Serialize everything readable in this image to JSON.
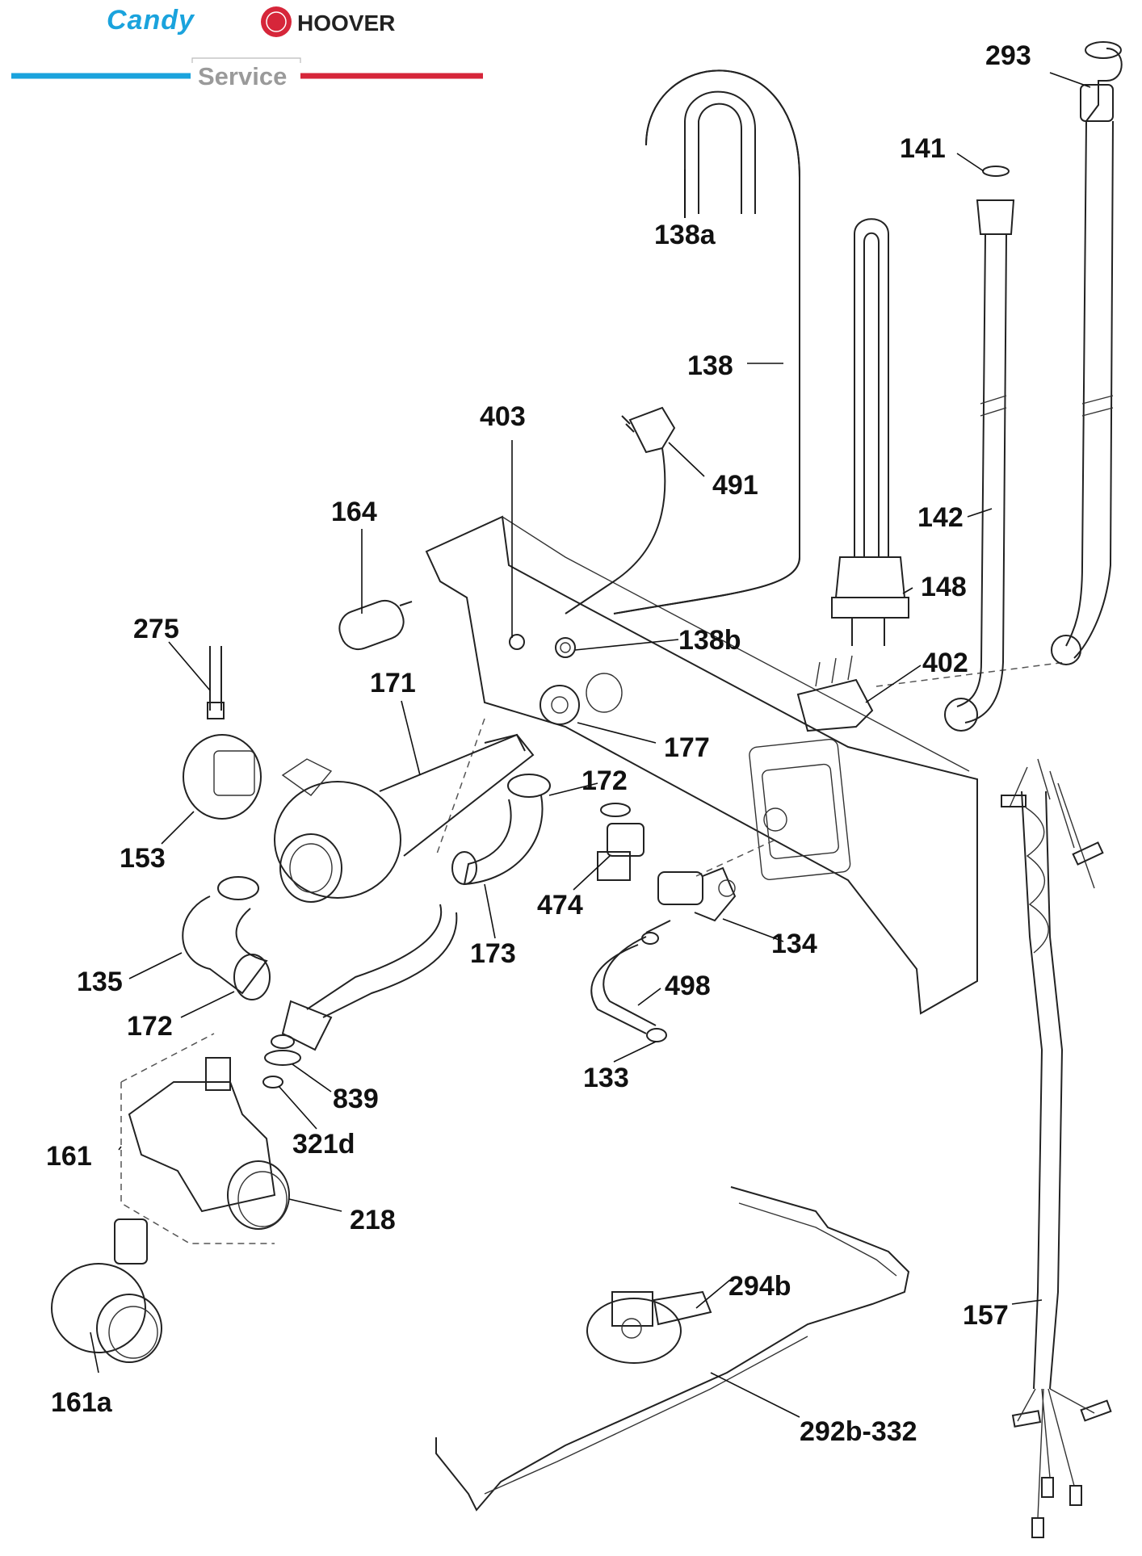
{
  "header": {
    "brand_left": "Candy",
    "brand_right": "HOOVER",
    "service_label": "Service",
    "colors": {
      "candy_blue": "#1aa3dd",
      "hoover_red": "#d6263a",
      "service_gray": "#9a9a9a"
    }
  },
  "diagram": {
    "parts": [
      {
        "id": "p293",
        "label": "293",
        "icon": "fill-hose-connector-icon"
      },
      {
        "id": "p141",
        "label": "141",
        "icon": "seal-washer-icon"
      },
      {
        "id": "p138a",
        "label": "138a",
        "icon": "hose-hook-icon"
      },
      {
        "id": "p138",
        "label": "138",
        "icon": "drain-hose-icon"
      },
      {
        "id": "p403",
        "label": "403",
        "icon": "grommet-icon"
      },
      {
        "id": "p491",
        "label": "491",
        "icon": "power-plug-icon"
      },
      {
        "id": "p142",
        "label": "142",
        "icon": "inlet-hose-icon"
      },
      {
        "id": "p164",
        "label": "164",
        "icon": "capacitor-icon"
      },
      {
        "id": "p148",
        "label": "148",
        "icon": "heating-element-icon"
      },
      {
        "id": "p275",
        "label": "275",
        "icon": "pressure-tube-icon"
      },
      {
        "id": "p138b",
        "label": "138b",
        "icon": "grommet-icon"
      },
      {
        "id": "p402",
        "label": "402",
        "icon": "terminal-block-icon"
      },
      {
        "id": "p171",
        "label": "171",
        "icon": "circulation-pump-icon"
      },
      {
        "id": "p177",
        "label": "177",
        "icon": "bung-icon"
      },
      {
        "id": "p172a",
        "label": "172",
        "icon": "hose-clamp-icon"
      },
      {
        "id": "p153",
        "label": "153",
        "icon": "pressure-switch-icon"
      },
      {
        "id": "p474",
        "label": "474",
        "icon": "valve-icon"
      },
      {
        "id": "p134",
        "label": "134",
        "icon": "solenoid-valve-icon"
      },
      {
        "id": "p173",
        "label": "173",
        "icon": "elbow-hose-icon"
      },
      {
        "id": "p135",
        "label": "135",
        "icon": "elbow-hose-icon"
      },
      {
        "id": "p498",
        "label": "498",
        "icon": "tube-icon"
      },
      {
        "id": "p172b",
        "label": "172",
        "icon": "hose-clamp-icon"
      },
      {
        "id": "p839",
        "label": "839",
        "icon": "o-ring-icon"
      },
      {
        "id": "p133",
        "label": "133",
        "icon": "clip-icon"
      },
      {
        "id": "p161",
        "label": "161",
        "icon": "drain-pump-icon"
      },
      {
        "id": "p321d",
        "label": "321d",
        "icon": "filter-icon"
      },
      {
        "id": "p218",
        "label": "218",
        "icon": "o-ring-icon"
      },
      {
        "id": "p294b",
        "label": "294b",
        "icon": "pressure-sensor-icon"
      },
      {
        "id": "p157",
        "label": "157",
        "icon": "wiring-harness-icon"
      },
      {
        "id": "p161a",
        "label": "161a",
        "icon": "pump-housing-icon"
      },
      {
        "id": "p292b",
        "label": "292b-332",
        "icon": "base-plate-icon"
      }
    ]
  }
}
